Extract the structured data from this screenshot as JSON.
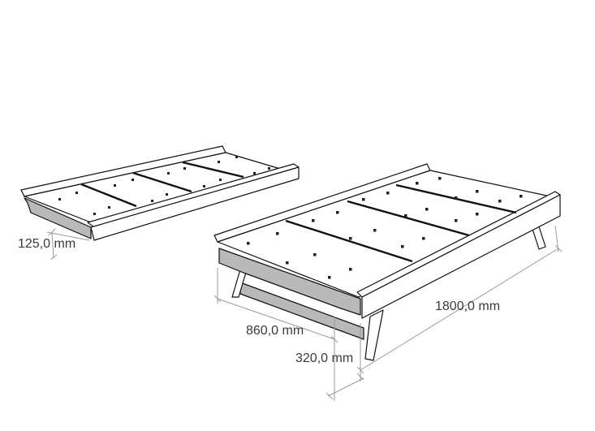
{
  "dimensions": {
    "drawer_height": "125,0 mm",
    "bed_width": "860,0 mm",
    "bed_length": "1800,0 mm",
    "bed_height": "320,0 mm"
  }
}
